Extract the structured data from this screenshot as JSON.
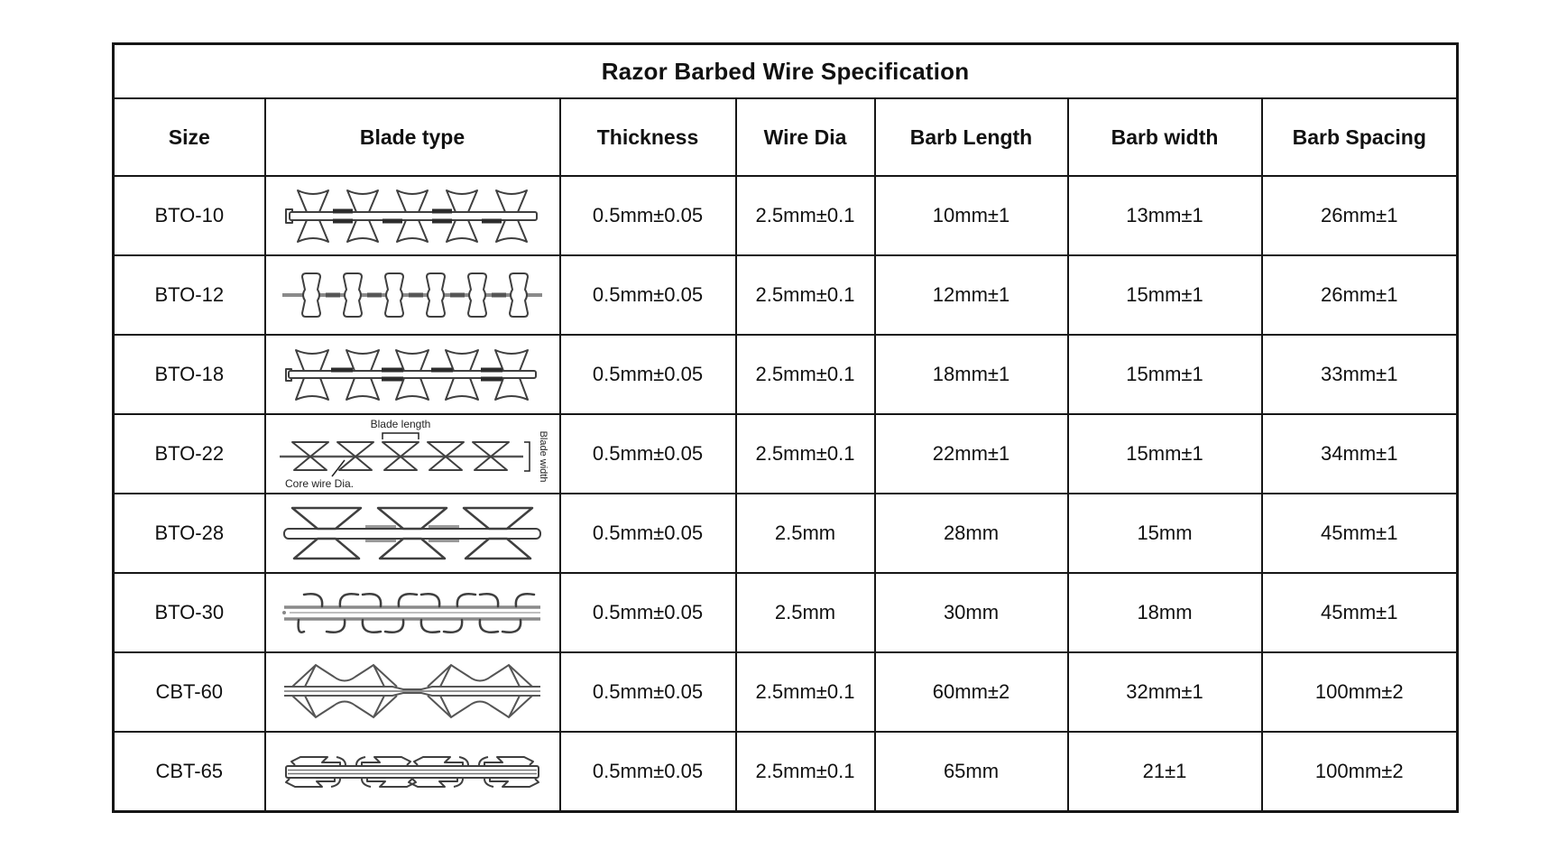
{
  "title": "Razor Barbed Wire Specification",
  "columns": [
    "Size",
    "Blade type",
    "Thickness",
    "Wire Dia",
    "Barb Length",
    "Barb width",
    "Barb Spacing"
  ],
  "rows": [
    {
      "size": "BTO-10",
      "blade_icon": "bto-10-blade-profile",
      "thickness": "0.5mm±0.05",
      "wire_dia": "2.5mm±0.1",
      "barb_length": "10mm±1",
      "barb_width": "13mm±1",
      "barb_spacing": "26mm±1"
    },
    {
      "size": "BTO-12",
      "blade_icon": "bto-12-blade-profile",
      "thickness": "0.5mm±0.05",
      "wire_dia": "2.5mm±0.1",
      "barb_length": "12mm±1",
      "barb_width": "15mm±1",
      "barb_spacing": "26mm±1"
    },
    {
      "size": "BTO-18",
      "blade_icon": "bto-18-blade-profile",
      "thickness": "0.5mm±0.05",
      "wire_dia": "2.5mm±0.1",
      "barb_length": "18mm±1",
      "barb_width": "15mm±1",
      "barb_spacing": "33mm±1"
    },
    {
      "size": "BTO-22",
      "blade_icon": "bto-22-blade-profile-annotated",
      "thickness": "0.5mm±0.05",
      "wire_dia": "2.5mm±0.1",
      "barb_length": "22mm±1",
      "barb_width": "15mm±1",
      "barb_spacing": "34mm±1"
    },
    {
      "size": "BTO-28",
      "blade_icon": "bto-28-blade-profile",
      "thickness": "0.5mm±0.05",
      "wire_dia": "2.5mm",
      "barb_length": "28mm",
      "barb_width": "15mm",
      "barb_spacing": "45mm±1"
    },
    {
      "size": "BTO-30",
      "blade_icon": "bto-30-blade-profile",
      "thickness": "0.5mm±0.05",
      "wire_dia": "2.5mm",
      "barb_length": "30mm",
      "barb_width": "18mm",
      "barb_spacing": "45mm±1"
    },
    {
      "size": "CBT-60",
      "blade_icon": "cbt-60-blade-profile",
      "thickness": "0.5mm±0.05",
      "wire_dia": "2.5mm±0.1",
      "barb_length": "60mm±2",
      "barb_width": "32mm±1",
      "barb_spacing": "100mm±2"
    },
    {
      "size": "CBT-65",
      "blade_icon": "cbt-65-blade-profile",
      "thickness": "0.5mm±0.05",
      "wire_dia": "2.5mm±0.1",
      "barb_length": "65mm",
      "barb_width": "21±1",
      "barb_spacing": "100mm±2"
    }
  ],
  "diagram_labels": {
    "blade_length": "Blade length",
    "core_wire_dia": "Core wire Dia.",
    "blade_width": "Blade width"
  },
  "colors": {
    "border": "#161616",
    "text": "#111111",
    "line_art_dark": "#3f3f3f",
    "line_art_gray": "#8a8a8a",
    "background": "#ffffff"
  }
}
